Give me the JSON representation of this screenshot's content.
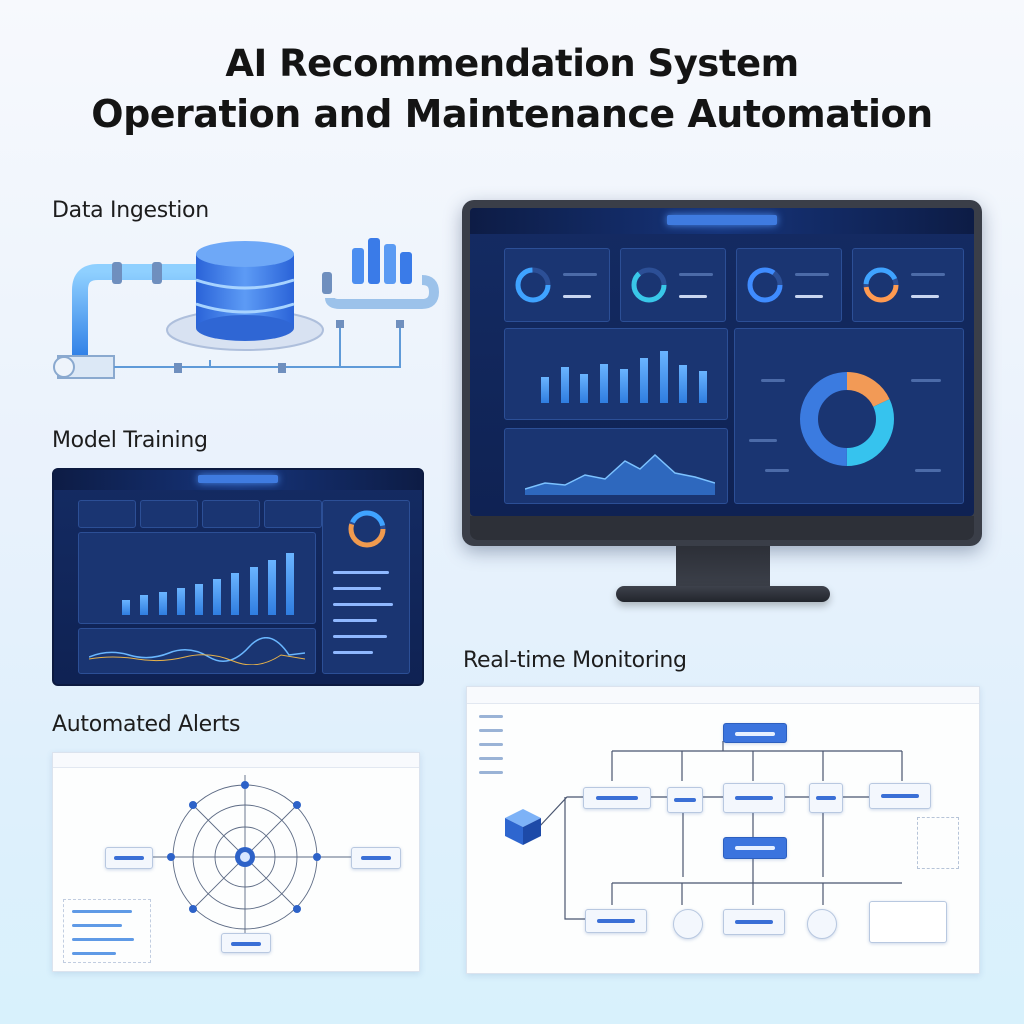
{
  "title": {
    "line1": "AI Recommendation System",
    "line2": "Operation and Maintenance Automation"
  },
  "sections": {
    "data_ingestion": "Data Ingestion",
    "model_training": "Model Training",
    "realtime_monitoring": "Real-time Monitoring",
    "automated_alerts": "Automated Alerts"
  },
  "colors": {
    "dark_panel": "#12275a",
    "accent_blue": "#3b7be0",
    "donut_orange": "#f29a56",
    "donut_cyan": "#36c3ee",
    "background": "#eaf2fc"
  },
  "icons": [
    "database-icon",
    "pipeline-icon",
    "cube-icon",
    "network-hub-icon"
  ],
  "monitor_bar_chart": {
    "type": "bar",
    "values": [
      0.45,
      0.62,
      0.5,
      0.68,
      0.58,
      0.78,
      0.9,
      0.66,
      0.55
    ]
  },
  "training_bar_chart": {
    "type": "bar",
    "values": [
      0.22,
      0.28,
      0.33,
      0.38,
      0.45,
      0.52,
      0.6,
      0.68,
      0.78,
      0.88
    ]
  },
  "donut_chart": {
    "type": "pie",
    "values": [
      0.18,
      0.32,
      0.5
    ]
  }
}
